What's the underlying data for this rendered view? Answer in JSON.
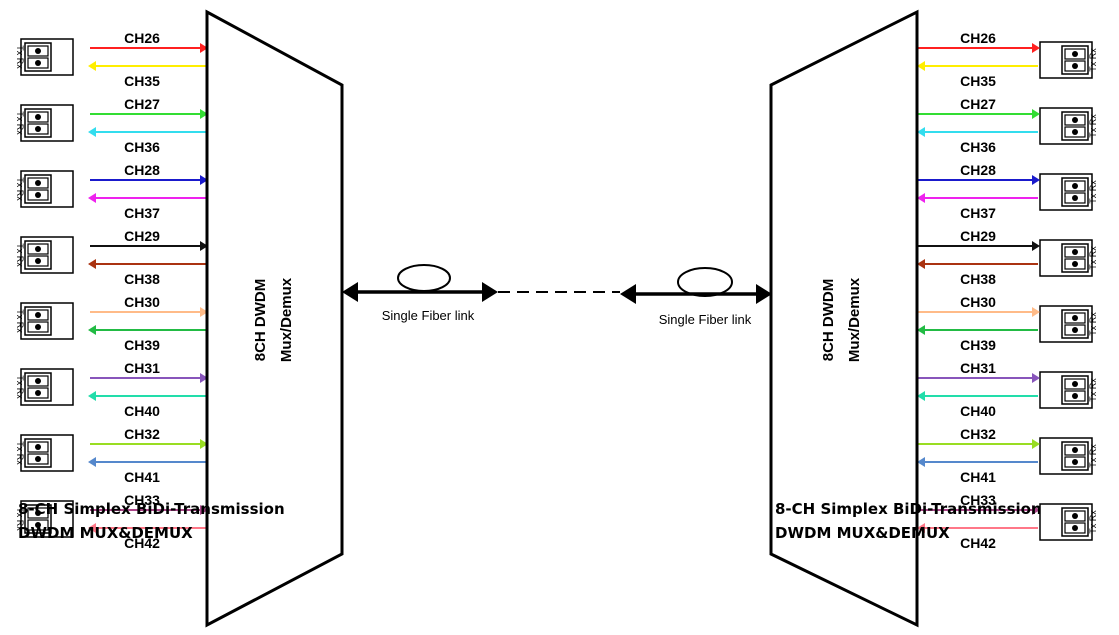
{
  "mux_label": [
    "8CH DWDM",
    "Mux/Demux"
  ],
  "fiber_link_label": "Single Fiber link",
  "transceiver_label": "Tx Rx",
  "caption": {
    "line1": "8-CH Simplex BiDi-Transmission",
    "line2": "DWDM MUX&DEMUX"
  },
  "channel_pairs": [
    {
      "tx": "CH26",
      "rx": "CH35",
      "tx_color": "#ff2020",
      "rx_color": "#ffee00"
    },
    {
      "tx": "CH27",
      "rx": "CH36",
      "tx_color": "#33dd33",
      "rx_color": "#33ddee"
    },
    {
      "tx": "CH28",
      "rx": "CH37",
      "tx_color": "#1a1acc",
      "rx_color": "#ee22ee"
    },
    {
      "tx": "CH29",
      "rx": "CH38",
      "tx_color": "#111111",
      "rx_color": "#aa3311"
    },
    {
      "tx": "CH30",
      "rx": "CH39",
      "tx_color": "#ffbb88",
      "rx_color": "#22bb44"
    },
    {
      "tx": "CH31",
      "rx": "CH40",
      "tx_color": "#8855bb",
      "rx_color": "#22ddaa"
    },
    {
      "tx": "CH32",
      "rx": "CH41",
      "tx_color": "#99dd22",
      "rx_color": "#5588cc"
    },
    {
      "tx": "CH33",
      "rx": "CH42",
      "tx_color": "#aa4488",
      "rx_color": "#ff7788"
    }
  ]
}
